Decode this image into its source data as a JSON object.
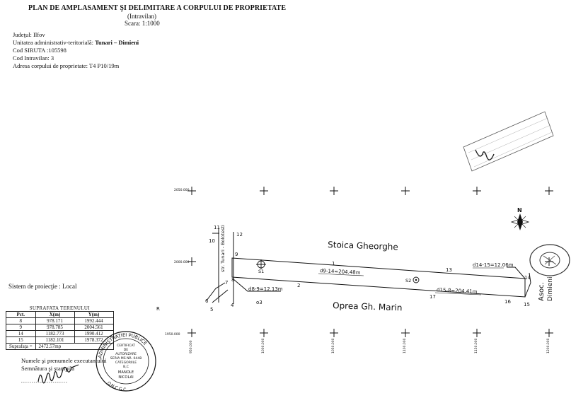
{
  "header": {
    "title": "PLAN DE  AMPLASAMENT ŞI DELIMITARE A CORPULUI DE PROPRIETATE",
    "subtitle": "(Intravilan)",
    "scale": "Scara: 1:1000"
  },
  "meta": {
    "judet_label": "Judeţul: Ilfov",
    "uat_label": "Unitatea administrativ-teritorială: ",
    "uat_value": "Tunari – Dimieni",
    "siruta": "Cod SIRUTA :105598",
    "intravilan": "Cod Intravilan: 3",
    "adresa": "Adresa corpului de proprietate: T4 P10/19m"
  },
  "projection": "Sistem de proiecţie : Local",
  "area_table": {
    "caption": "SUPRAFATA TERENULUI",
    "headers": [
      "Pct.",
      "X(m)",
      "Y(m)"
    ],
    "rows": [
      [
        "8",
        "978.171",
        "1992.444"
      ],
      [
        "9",
        "978.785",
        "2004.561"
      ],
      [
        "14",
        "1182.773",
        "1990.412"
      ],
      [
        "15",
        "1182.101",
        "1978.372"
      ]
    ],
    "total_label": "Suprafaţa =",
    "total_value": "2472.57mp"
  },
  "signature": {
    "name_label": "Numele şi prenumele executantului",
    "sign_label": "Semnătura şi ştampila"
  },
  "stamp": {
    "outer_text": "ADMINISTRAŢIEI PUBLICE",
    "inner_lines": [
      "CERTIFICAT",
      "DE",
      "AUTORIZARE",
      "SERIA MS NR. 0448",
      "CATEGORIILE",
      "B,C",
      "MANOLE",
      "NICOLAI"
    ],
    "bottom_text": "O.N.C.G.C."
  },
  "plan": {
    "north": "N",
    "neighbor_north": "Stoica Gheorghe",
    "neighbor_south": "Oprea Gh. Marin",
    "road": "str. Tunari - Bolotesti",
    "asoc": "Asoc.",
    "dimieni": "Dimieni",
    "grid_y_labels": [
      "2050.000",
      "2000.000",
      "1950.000"
    ],
    "grid_x_labels": [
      "950.000",
      "1000.000",
      "1050.000",
      "1100.000",
      "1150.000",
      "1200.000"
    ],
    "points": [
      "1",
      "2",
      "3",
      "4",
      "5",
      "6",
      "7",
      "8",
      "9",
      "10",
      "11",
      "12",
      "13",
      "14",
      "15",
      "16",
      "17"
    ],
    "stations": [
      "S1",
      "S2"
    ],
    "dim_top": "d9-14=204.48m",
    "dim_right": "d14-15=12.06m",
    "dim_bottom": "d15-8=204.41m",
    "dim_left": "d8-9=12.13m",
    "point_o3": "o3",
    "edge_r": "R"
  }
}
